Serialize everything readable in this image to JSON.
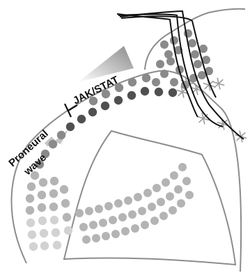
{
  "labels": {
    "pathway": "JAK/STAT",
    "wave_line1": "Proneural",
    "wave_line2": "wave"
  },
  "colors": {
    "outline": "#8c8c8c",
    "axon": "#111111",
    "neuron": "#9a9a9a",
    "cell_dark": "#505050",
    "cell_mid": "#8a8a8a",
    "cell_light": "#b4b4b4",
    "cell_pale": "#d2d2d2",
    "gradient_dark": "#8a8a8a",
    "gradient_light": "#ffffff"
  }
}
